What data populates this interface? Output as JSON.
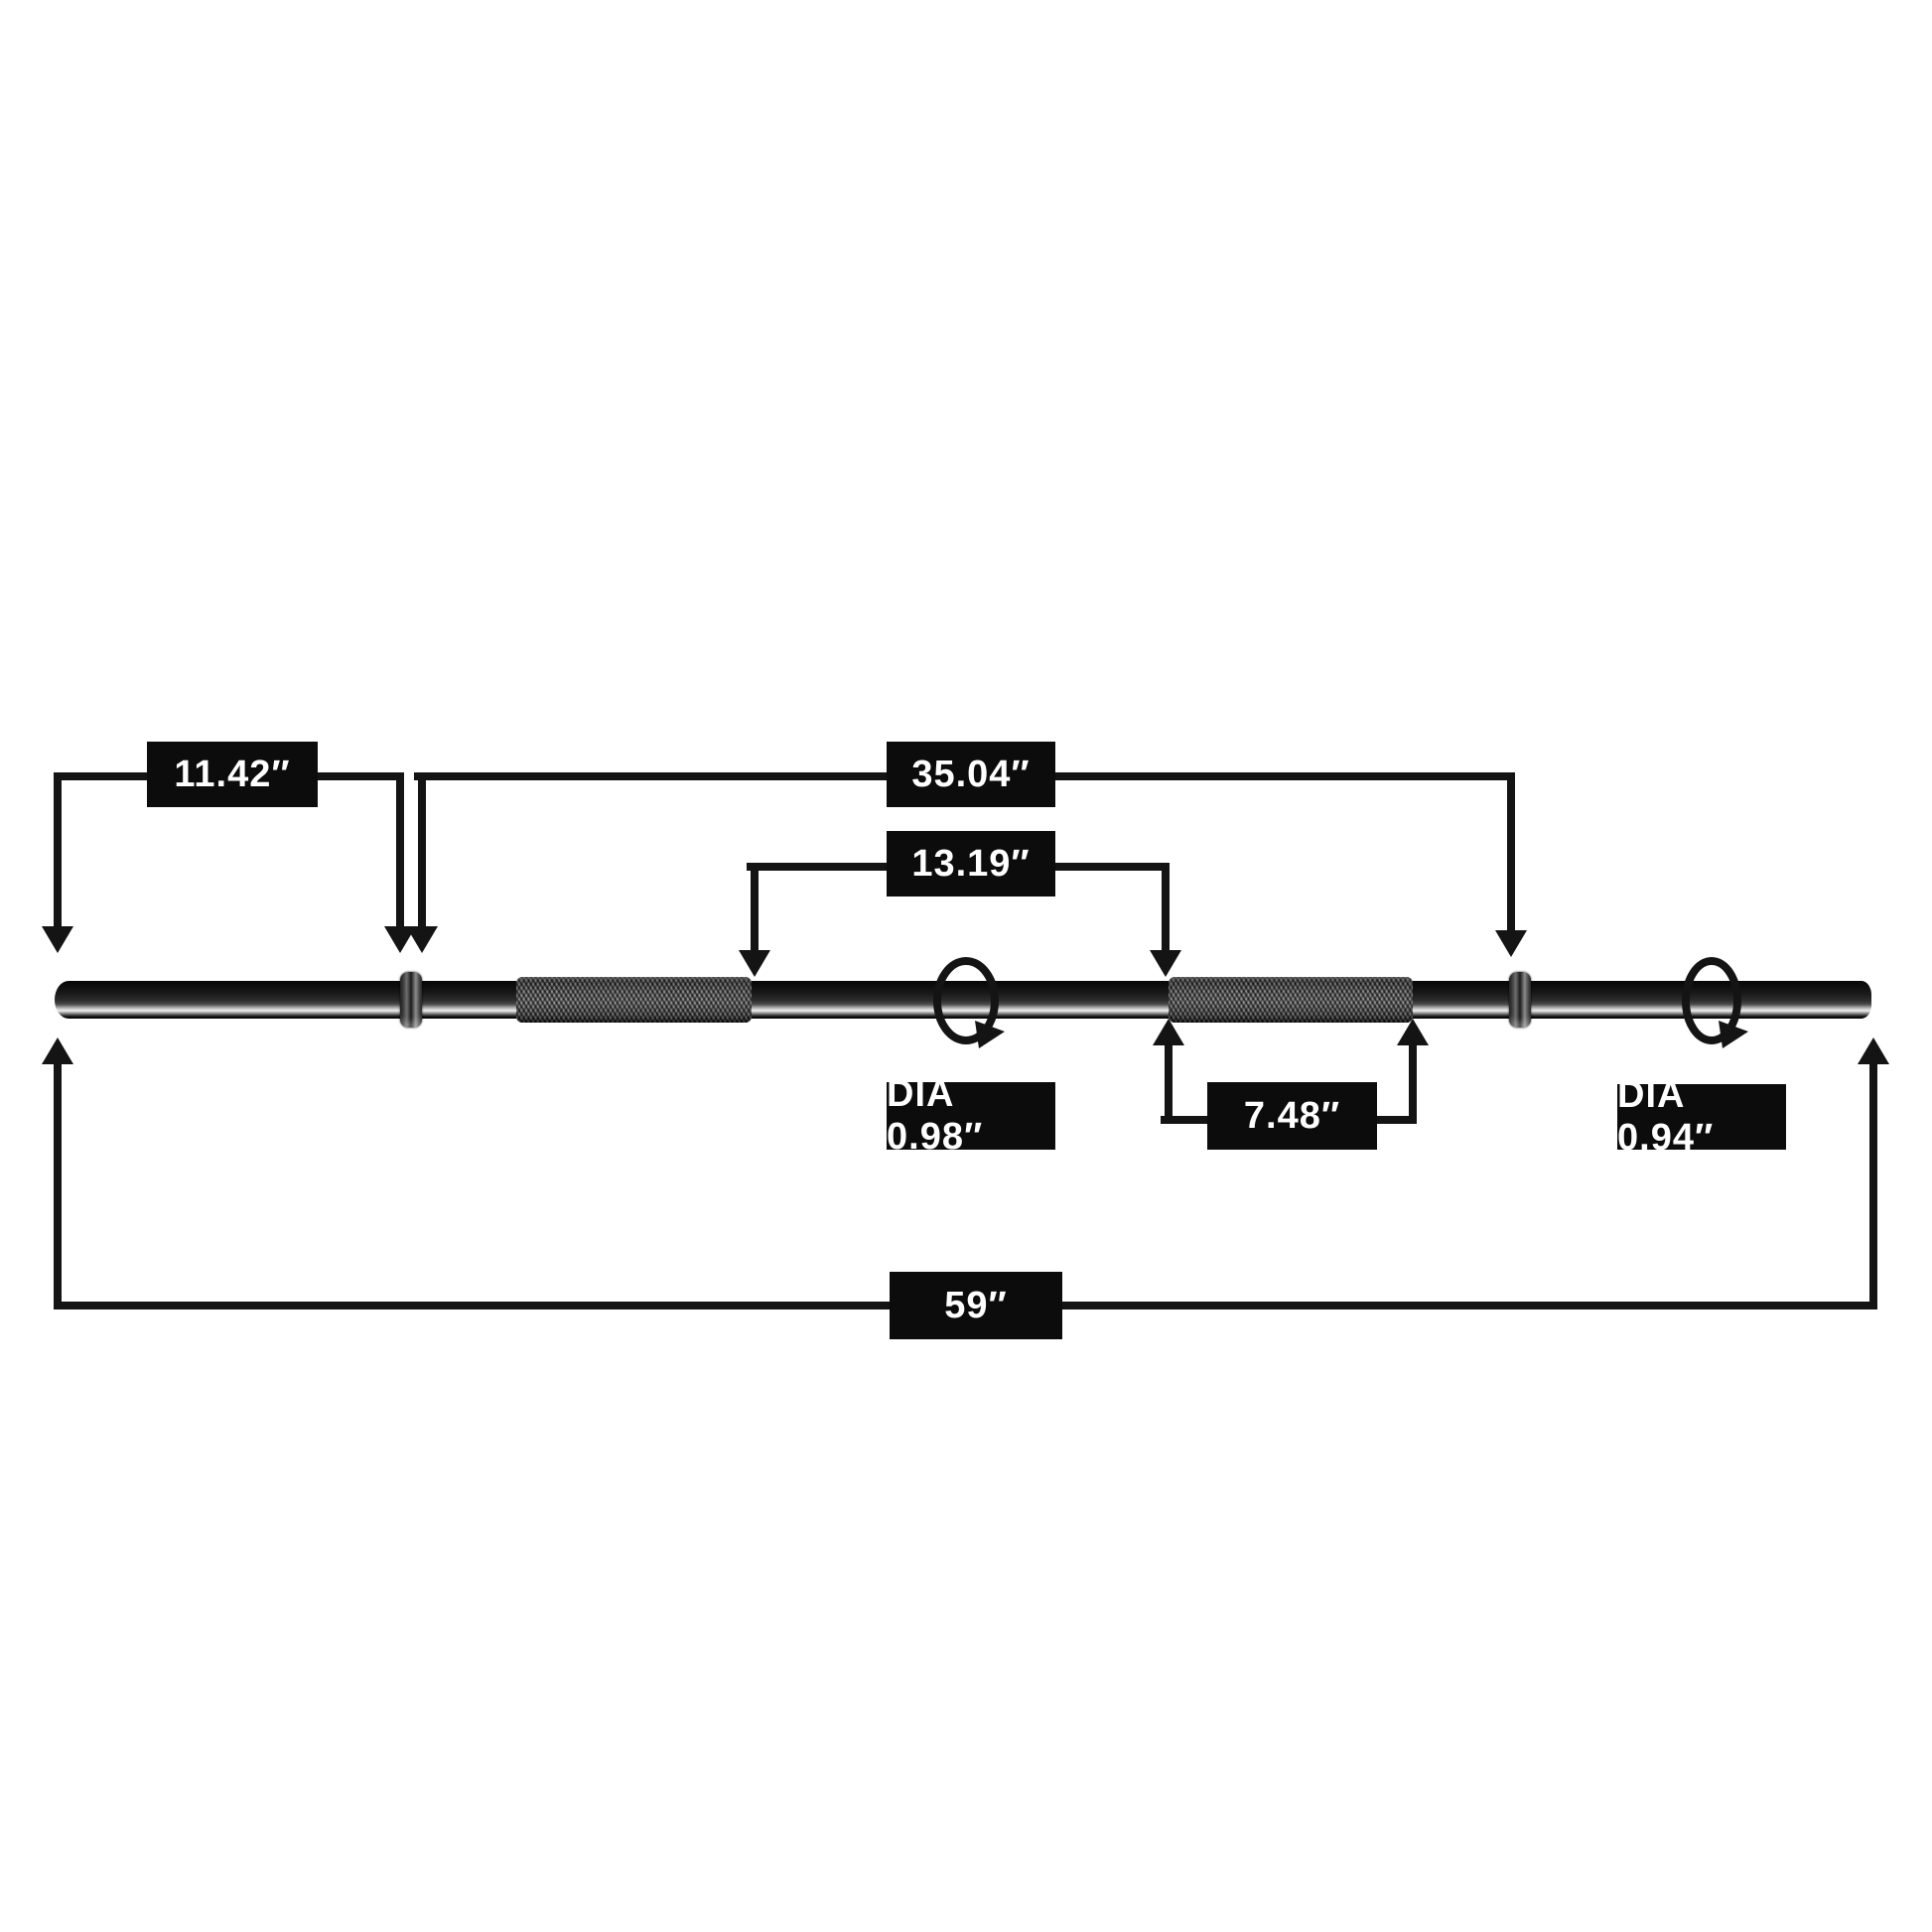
{
  "diagram": {
    "name": "barbell-dimension-diagram",
    "background": "#ffffff",
    "line_color": "#141414",
    "label_box_color": "#0c0c0c",
    "label_text_color": "#ffffff"
  },
  "measurements": [
    {
      "id": "left-sleeve-length",
      "label": "11.42″"
    },
    {
      "id": "between-collars-length",
      "label": "35.04″"
    },
    {
      "id": "between-grips-length",
      "label": "13.19″"
    },
    {
      "id": "center-bar-diameter",
      "label": "DIA 0.98″"
    },
    {
      "id": "grip-section-length",
      "label": "7.48″"
    },
    {
      "id": "sleeve-diameter",
      "label": "DIA 0.94″"
    },
    {
      "id": "total-bar-length",
      "label": "59″"
    }
  ]
}
